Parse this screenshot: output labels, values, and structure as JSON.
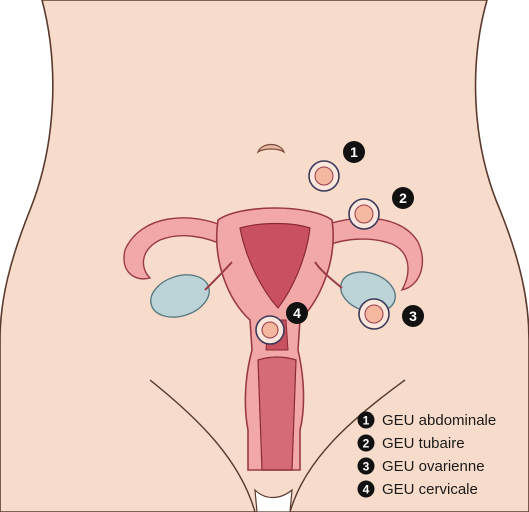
{
  "markers": [
    {
      "id": "1",
      "label": "1"
    },
    {
      "id": "2",
      "label": "2"
    },
    {
      "id": "3",
      "label": "3"
    },
    {
      "id": "4",
      "label": "4"
    }
  ],
  "legend": [
    {
      "num": "1",
      "text": "GEU abdominale"
    },
    {
      "num": "2",
      "text": "GEU tubaire"
    },
    {
      "num": "3",
      "text": "GEU ovarienne"
    },
    {
      "num": "4",
      "text": "GEU cervicale"
    }
  ],
  "colors": {
    "skin": "#f8dccb",
    "skin_outline": "#5a3a2e",
    "uterus_outer": "#f2a8a6",
    "uterus_inner": "#c9505e",
    "ovary": "#bcd3d8",
    "badge": "#111111",
    "embryo": "#f4b8a0"
  }
}
